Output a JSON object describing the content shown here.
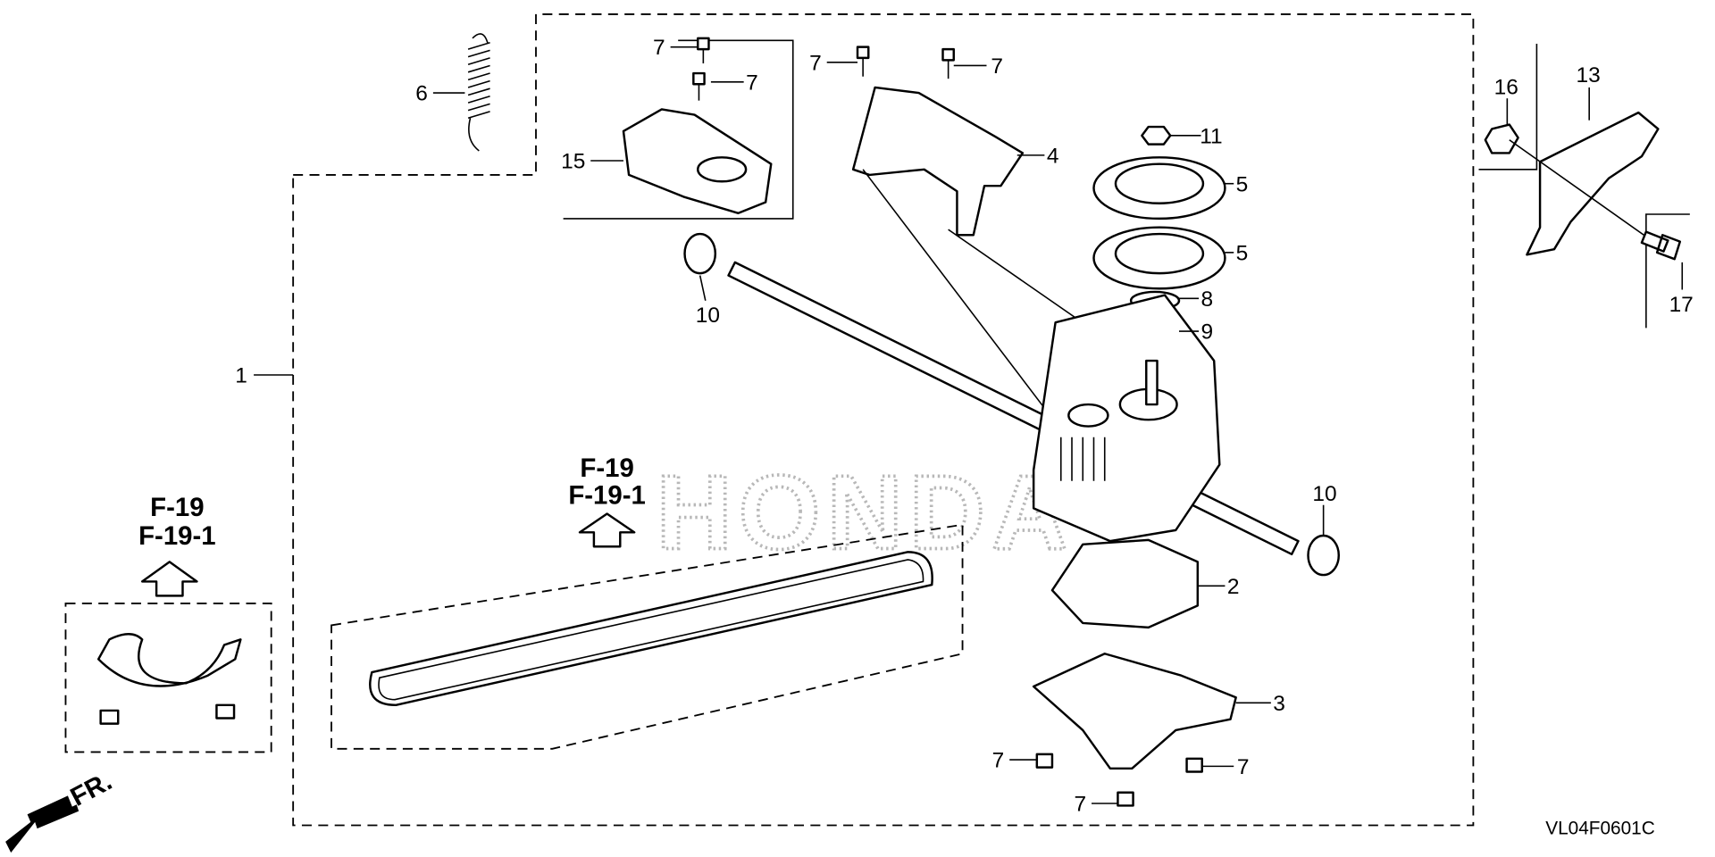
{
  "diagram": {
    "watermark": "HONDA",
    "figure_code": "VL04F0601C",
    "front_indicator": "FR.",
    "references": {
      "center": {
        "line1": "F-19",
        "line2": "F-19-1"
      },
      "left": {
        "line1": "F-19",
        "line2": "F-19-1"
      }
    },
    "callouts": [
      "1",
      "2",
      "3",
      "4",
      "5",
      "5",
      "6",
      "7",
      "7",
      "7",
      "7",
      "7",
      "7",
      "7",
      "8",
      "9",
      "10",
      "10",
      "11",
      "13",
      "15",
      "16",
      "17"
    ]
  }
}
